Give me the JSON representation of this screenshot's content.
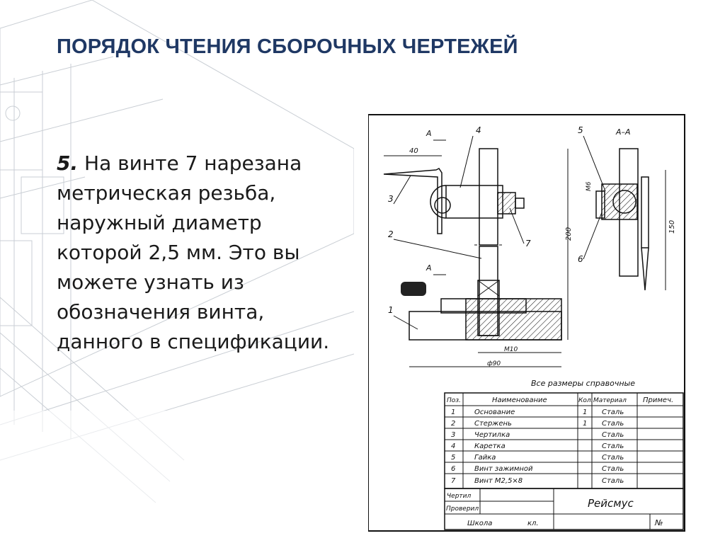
{
  "slide": {
    "title": "ПОРЯДОК ЧТЕНИЯ СБОРОЧНЫХ ЧЕРТЕЖЕЙ",
    "point_number": "5.",
    "body": " На винте 7 нарезана метрическая резьба, наружный диаметр которой 2,5 мм. Это вы можете узнать из обозначения винта, данного в спецификации."
  },
  "drawing": {
    "note": "Все размеры справочные",
    "section_label": "А–А",
    "cut_label": "А",
    "dims": {
      "d40": "40",
      "d200": "200",
      "d150": "150",
      "m6": "М6",
      "m10": "М10",
      "phi90": "ф90"
    },
    "callouts": [
      "1",
      "2",
      "3",
      "4",
      "5",
      "6",
      "7"
    ],
    "spec_header": {
      "pos": "Поз.",
      "name": "Наименование",
      "qty": "Кол.",
      "material": "Материал",
      "note": "Примеч."
    },
    "spec_rows": [
      {
        "pos": "1",
        "name": "Основание",
        "qty": "1",
        "material": "Сталь"
      },
      {
        "pos": "2",
        "name": "Стержень",
        "qty": "1",
        "material": "Сталь"
      },
      {
        "pos": "3",
        "name": "Чертилка",
        "qty": "",
        "material": "Сталь"
      },
      {
        "pos": "4",
        "name": "Каретка",
        "qty": "",
        "material": "Сталь"
      },
      {
        "pos": "5",
        "name": "Гайка",
        "qty": "",
        "material": "Сталь"
      },
      {
        "pos": "6",
        "name": "Винт зажимной",
        "qty": "",
        "material": "Сталь"
      },
      {
        "pos": "7",
        "name": "Винт М2,5×8",
        "qty": "",
        "material": "Сталь"
      }
    ],
    "title_block": {
      "drew": "Чертил",
      "checked": "Проверил",
      "school": "Школа",
      "class": "кл.",
      "name": "Рейсмус",
      "number": "№"
    }
  }
}
